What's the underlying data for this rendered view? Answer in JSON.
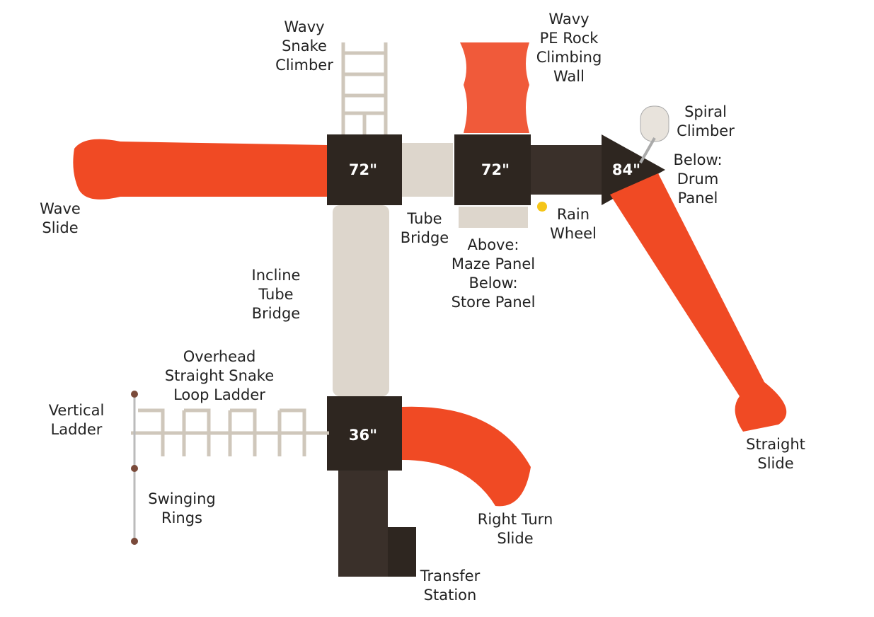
{
  "colors": {
    "slide": "#f04a24",
    "deck": "#2e2620",
    "tube": "#ddd6cc",
    "rail": "#cfc7bb"
  },
  "decks": [
    "72\"",
    "72\"",
    "84\"",
    "36\""
  ],
  "labels": {
    "wavy_snake_climber": "Wavy\nSnake\nClimber",
    "rock_wall": "Wavy\nPE Rock\nClimbing\nWall",
    "spiral_climber": "Spiral\nClimber",
    "drum_panel": "Below:\nDrum\nPanel",
    "wave_slide": "Wave\nSlide",
    "tube_bridge": "Tube\nBridge",
    "rain_wheel": "Rain\nWheel",
    "maze_store": "Above:\nMaze Panel\nBelow:\nStore Panel",
    "incline_tube_bridge": "Incline\nTube\nBridge",
    "overhead_ladder": "Overhead\nStraight Snake\nLoop Ladder",
    "vertical_ladder": "Vertical\nLadder",
    "swinging_rings": "Swinging\nRings",
    "right_turn_slide": "Right Turn\nSlide",
    "straight_slide": "Straight\nSlide",
    "transfer_station": "Transfer\nStation"
  }
}
